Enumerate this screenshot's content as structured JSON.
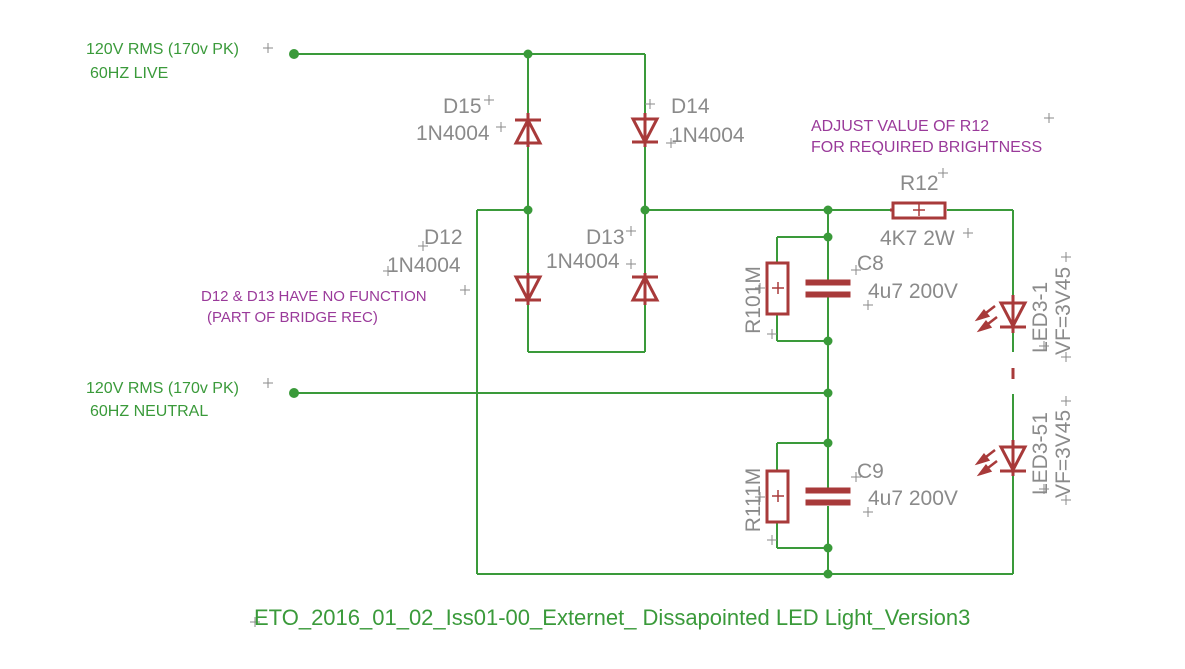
{
  "inputs": {
    "live_line1": "120V RMS (170v PK)",
    "live_line2": "60HZ LIVE",
    "neutral_line1": "120V RMS (170v PK)",
    "neutral_line2": "60HZ NEUTRAL"
  },
  "components": {
    "d15": {
      "ref": "D15",
      "value": "1N4004"
    },
    "d14": {
      "ref": "D14",
      "value": "1N4004"
    },
    "d12": {
      "ref": "D12",
      "value": "1N4004"
    },
    "d13": {
      "ref": "D13",
      "value": "1N4004"
    },
    "r12": {
      "ref": "R12",
      "value": "4K7 2W"
    },
    "r10": {
      "ref": "R10",
      "value": "1M"
    },
    "r11": {
      "ref": "R11",
      "value": "1M"
    },
    "c8": {
      "ref": "C8",
      "value": "4u7 200V"
    },
    "c9": {
      "ref": "C9",
      "value": "4u7 200V"
    },
    "led3_1": {
      "ref": "LED3-1",
      "value": "VF=3V45"
    },
    "led3_51": {
      "ref": "LED3-51",
      "value": "VF=3V45"
    }
  },
  "notes": {
    "brightness_line1": "ADJUST VALUE OF R12",
    "brightness_line2": "FOR REQUIRED BRIGHTNESS",
    "bridge_line1": "D12 & D13 HAVE NO FUNCTION",
    "bridge_line2": "(PART OF BRIDGE REC)"
  },
  "footer": {
    "title": "ETO_2016_01_02_Iss01-00_Externet_ Dissapointed LED Light_Version3"
  },
  "colors": {
    "wire": "#3a9a3a",
    "component": "#a83a3a",
    "label": "#8a8a8a",
    "note": "#9a3a9a"
  }
}
